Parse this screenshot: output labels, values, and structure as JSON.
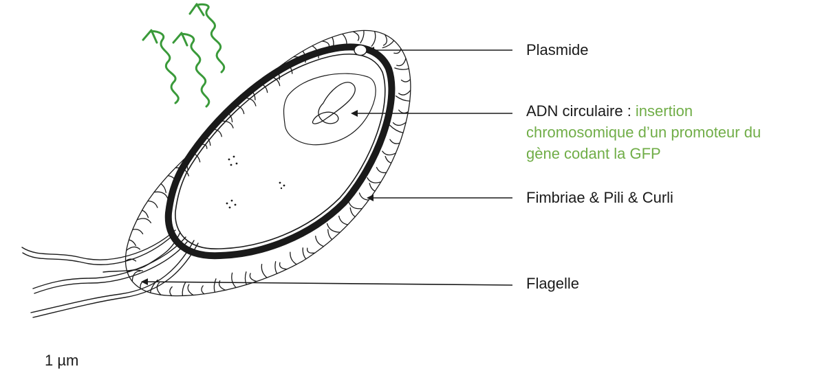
{
  "colors": {
    "ink": "#1a1a1a",
    "accent_green": "#70ad47",
    "emission_green": "#3a9a3a"
  },
  "labels": {
    "plasmide": "Plasmide",
    "adn_prefix": "ADN circulaire : ",
    "adn_green_line1": "insertion",
    "adn_green_line2": "chromosomique d’un promoteur du",
    "adn_green_line3": "gène codant la GFP",
    "fimbriae": "Fimbriae & Pili & Curli",
    "flagelle": "Flagelle",
    "scale": "1 µm"
  },
  "icons": [
    "fluorescence-emission-arrow-icon"
  ]
}
